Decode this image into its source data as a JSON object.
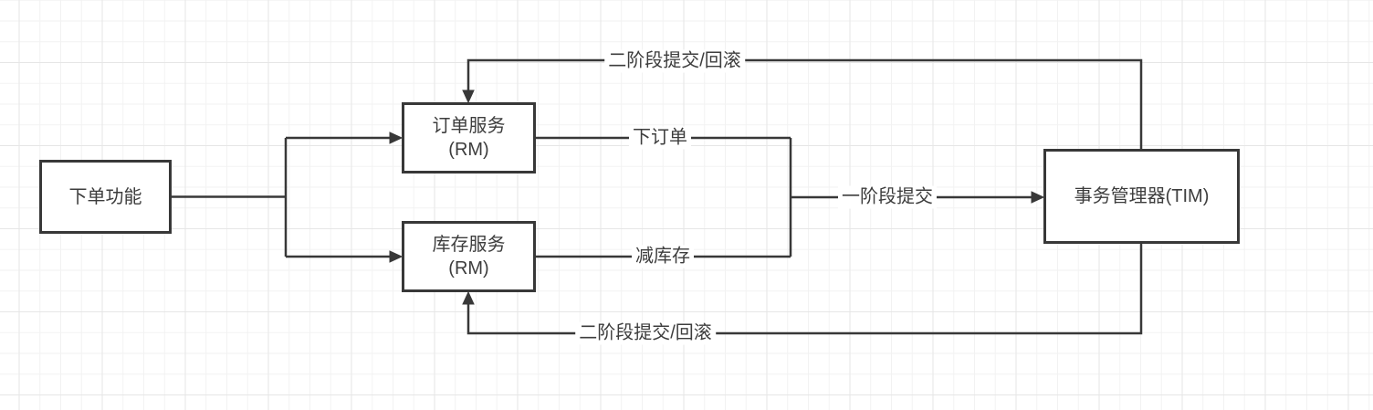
{
  "colors": {
    "stroke": "#383838",
    "text": "#3d3d3d",
    "grid_minor": "#f2f2f2",
    "grid_major": "#e6e6e6",
    "background": "#ffffff"
  },
  "nodes": {
    "order_function": {
      "label": "下单功能"
    },
    "order_service": {
      "label": "订单服务",
      "sublabel": "(RM)"
    },
    "inventory_service": {
      "label": "库存服务",
      "sublabel": "(RM)"
    },
    "transaction_manager": {
      "label": "事务管理器(TIM)"
    }
  },
  "edges": {
    "place_order": "下订单",
    "reduce_inventory": "减库存",
    "phase_one_commit": "一阶段提交",
    "phase_two_commit_rollback_top": "二阶段提交/回滚",
    "phase_two_commit_rollback_bottom": "二阶段提交/回滚"
  }
}
